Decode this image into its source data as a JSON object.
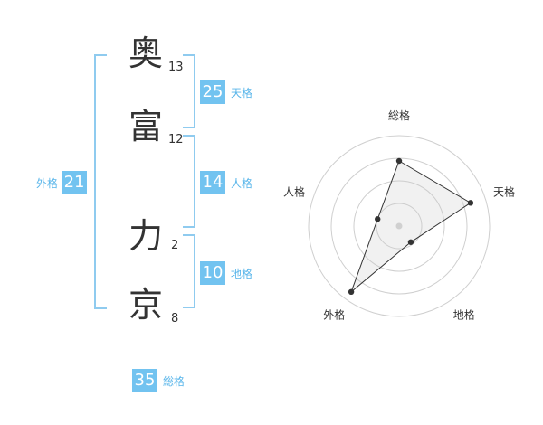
{
  "name_chars": [
    {
      "char": "奥",
      "strokes": "13"
    },
    {
      "char": "富",
      "strokes": "12"
    },
    {
      "char": "力",
      "strokes": "2"
    },
    {
      "char": "京",
      "strokes": "8"
    }
  ],
  "fortunes": {
    "tenkaku": {
      "value": "25",
      "label": "天格"
    },
    "jinkaku": {
      "value": "14",
      "label": "人格"
    },
    "chikaku": {
      "value": "10",
      "label": "地格"
    },
    "gaikaku": {
      "value": "21",
      "label": "外格"
    },
    "soukaku": {
      "value": "35",
      "label": "総格"
    }
  },
  "colors": {
    "accent": "#72c3f0",
    "bracket": "#8fcbef",
    "label": "#58b5ea"
  },
  "chart_data": {
    "type": "radar",
    "axes": [
      "総格",
      "天格",
      "地格",
      "外格",
      "人格"
    ],
    "values": [
      0.72,
      0.83,
      0.22,
      0.9,
      0.25
    ],
    "rings": 4,
    "max": 1
  }
}
